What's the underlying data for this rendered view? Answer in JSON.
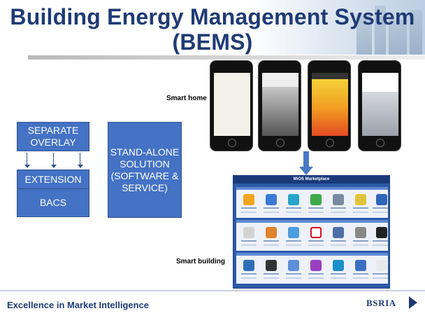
{
  "title": {
    "line1": "Building Energy Management System",
    "line2": "(BEMS)"
  },
  "boxes": {
    "separate_overlay": "SEPARATE OVERLAY",
    "extension": "EXTENSION",
    "bacs": "BACS",
    "standalone": "STAND-ALONE SOLUTION (SOFTWARE & SERVICE)"
  },
  "labels": {
    "smart_home": "Smart home",
    "smart_building": "Smart building"
  },
  "marketplace": {
    "title": "MiOS Marketplace"
  },
  "footer": {
    "tagline": "Excellence in Market Intelligence",
    "logo": "BSRIA"
  },
  "colors": {
    "title": "#1f3b75",
    "box": "#4472c4",
    "arrow": "#4a78c4"
  }
}
